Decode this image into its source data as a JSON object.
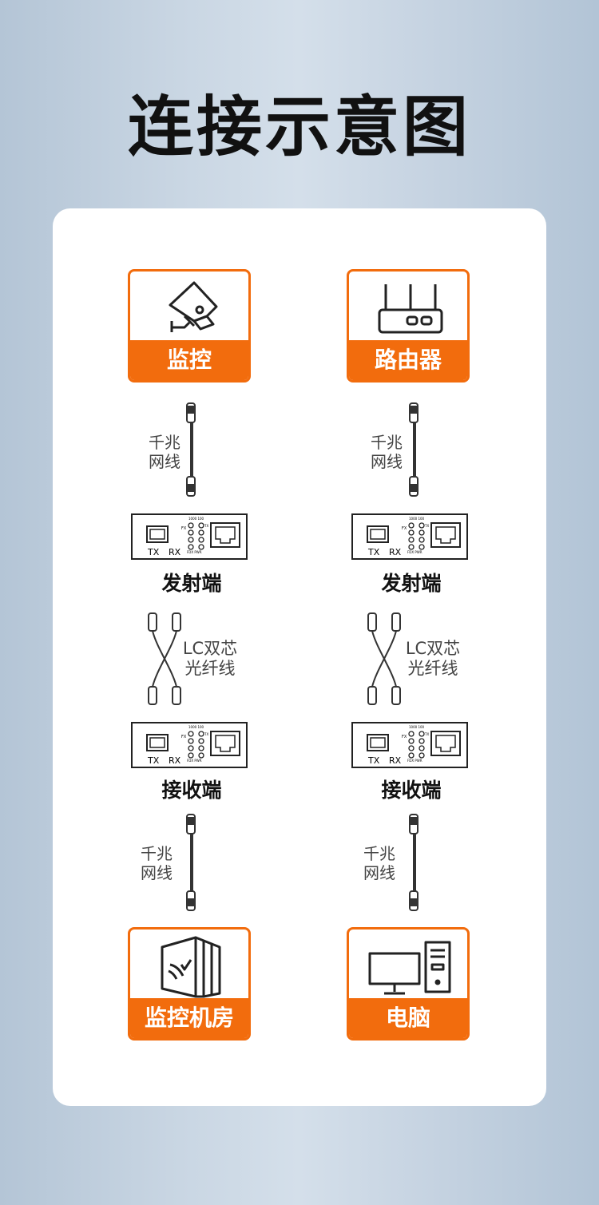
{
  "title": "连接示意图",
  "columns": [
    {
      "top_device": {
        "label": "监控",
        "icon": "camera-icon"
      },
      "cable1": {
        "line1": "千兆",
        "line2": "网线"
      },
      "transmitter": {
        "label": "发射端",
        "port_labels": {
          "tx": "TX",
          "rx": "RX",
          "fx": "FX",
          "speed": "1000 100",
          "tx_led": "TX",
          "fdx": "FDX PWR"
        }
      },
      "fiber": {
        "line1": "LC双芯",
        "line2": "光纤线"
      },
      "receiver": {
        "label": "接收端",
        "port_labels": {
          "tx": "TX",
          "rx": "RX",
          "fx": "FX",
          "speed": "1000 100",
          "tx_led": "TX",
          "fdx": "FDX PWR"
        }
      },
      "cable2": {
        "line1": "千兆",
        "line2": "网线"
      },
      "bottom_device": {
        "label": "监控机房",
        "icon": "server-room-icon"
      }
    },
    {
      "top_device": {
        "label": "路由器",
        "icon": "router-icon"
      },
      "cable1": {
        "line1": "千兆",
        "line2": "网线"
      },
      "transmitter": {
        "label": "发射端",
        "port_labels": {
          "tx": "TX",
          "rx": "RX",
          "fx": "FX",
          "speed": "1000 100",
          "tx_led": "TX",
          "fdx": "FDX PWR"
        }
      },
      "fiber": {
        "line1": "LC双芯",
        "line2": "光纤线"
      },
      "receiver": {
        "label": "接收端",
        "port_labels": {
          "tx": "TX",
          "rx": "RX",
          "fx": "FX",
          "speed": "1000 100",
          "tx_led": "TX",
          "fdx": "FDX PWR"
        }
      },
      "cable2": {
        "line1": "千兆",
        "line2": "网线"
      },
      "bottom_device": {
        "label": "电脑",
        "icon": "computer-icon"
      }
    }
  ],
  "colors": {
    "accent": "#f26c0d",
    "card": "#ffffff",
    "text": "#111111"
  }
}
